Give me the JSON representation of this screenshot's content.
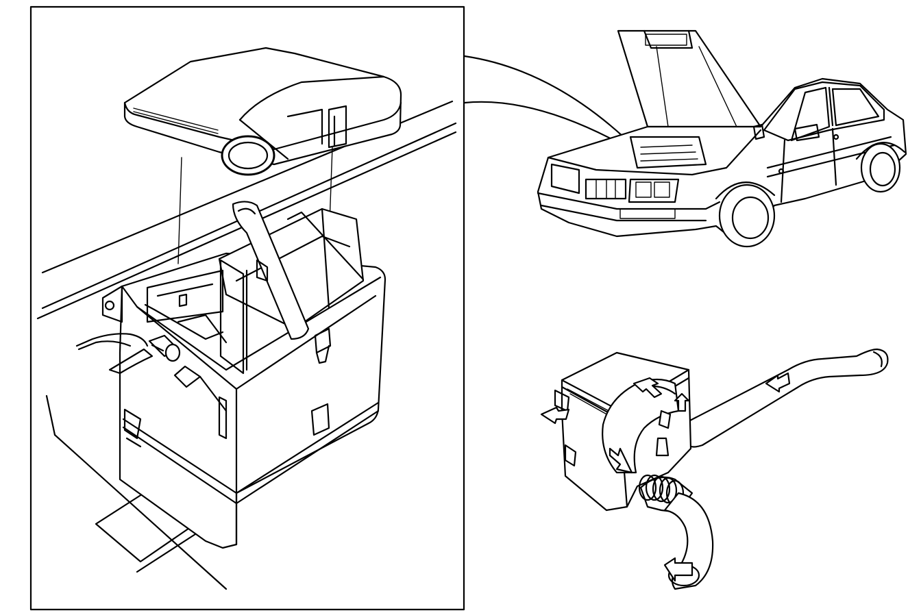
{
  "figure": {
    "panels": [
      {
        "name": "air-filter-box-exploded"
      },
      {
        "name": "car-front-three-quarter"
      },
      {
        "name": "air-intake-flow-assembly"
      }
    ],
    "colors": {
      "line": "#000000",
      "background": "#ffffff"
    },
    "icon_names": [
      "flow-arrow-icon",
      "clip-icon",
      "bolt-icon"
    ]
  }
}
